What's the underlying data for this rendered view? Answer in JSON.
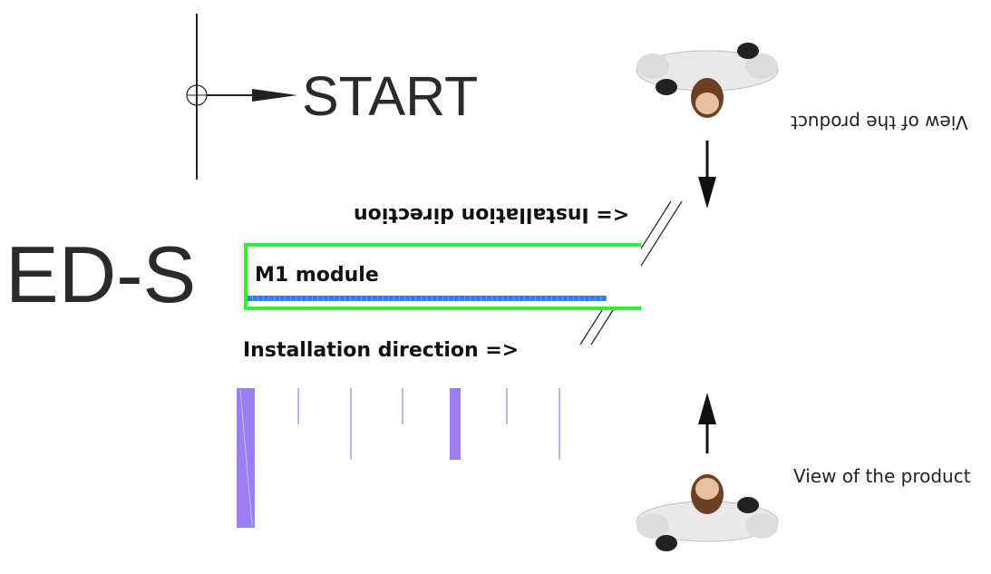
{
  "diagram": {
    "start_label": "START",
    "product_code": "ED-S",
    "module_label": "M1 module",
    "installation_direction_forward": "Installation direction =>",
    "installation_direction_reverse": "<= Installation direction",
    "view_label_top": "View of the product",
    "view_label_bottom": "View of the product",
    "colors": {
      "module_border": "#33ee33",
      "module_strip": "#2f7fe6",
      "profile_marks": "#9b7ff0",
      "text": "#2a2a2a"
    },
    "icons": {
      "viewer_top": "person-top-view-icon",
      "viewer_bottom": "person-top-view-icon",
      "arrow_down": "arrow-down-icon",
      "arrow_up": "arrow-up-icon",
      "start_marker": "start-marker-icon"
    }
  }
}
